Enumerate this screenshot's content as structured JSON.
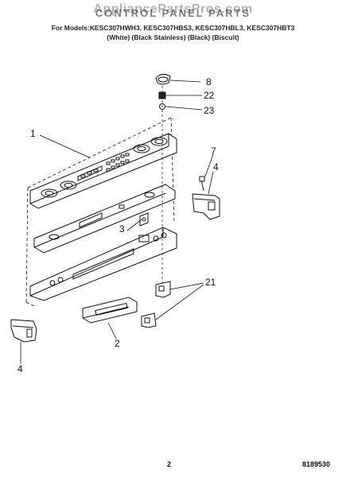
{
  "header": {
    "watermark": "AppliancePartsPros.com",
    "title": "CONTROL PANEL PARTS",
    "models_line": "For Models:KESC307HWH3, KESC307HBS3, KESC307HBL3, KESC307HBT3",
    "variants_line": "(White)   (Black Stainless)   (Black)   (Biscuit)"
  },
  "callouts": {
    "c8": "8",
    "c22": "22",
    "c23": "23",
    "c1": "1",
    "c7": "7",
    "c4_right": "4",
    "c3": "3",
    "c21": "21",
    "c2": "2",
    "c4_left": "4"
  },
  "footer": {
    "page_number": "2",
    "part_number": "8189530"
  }
}
